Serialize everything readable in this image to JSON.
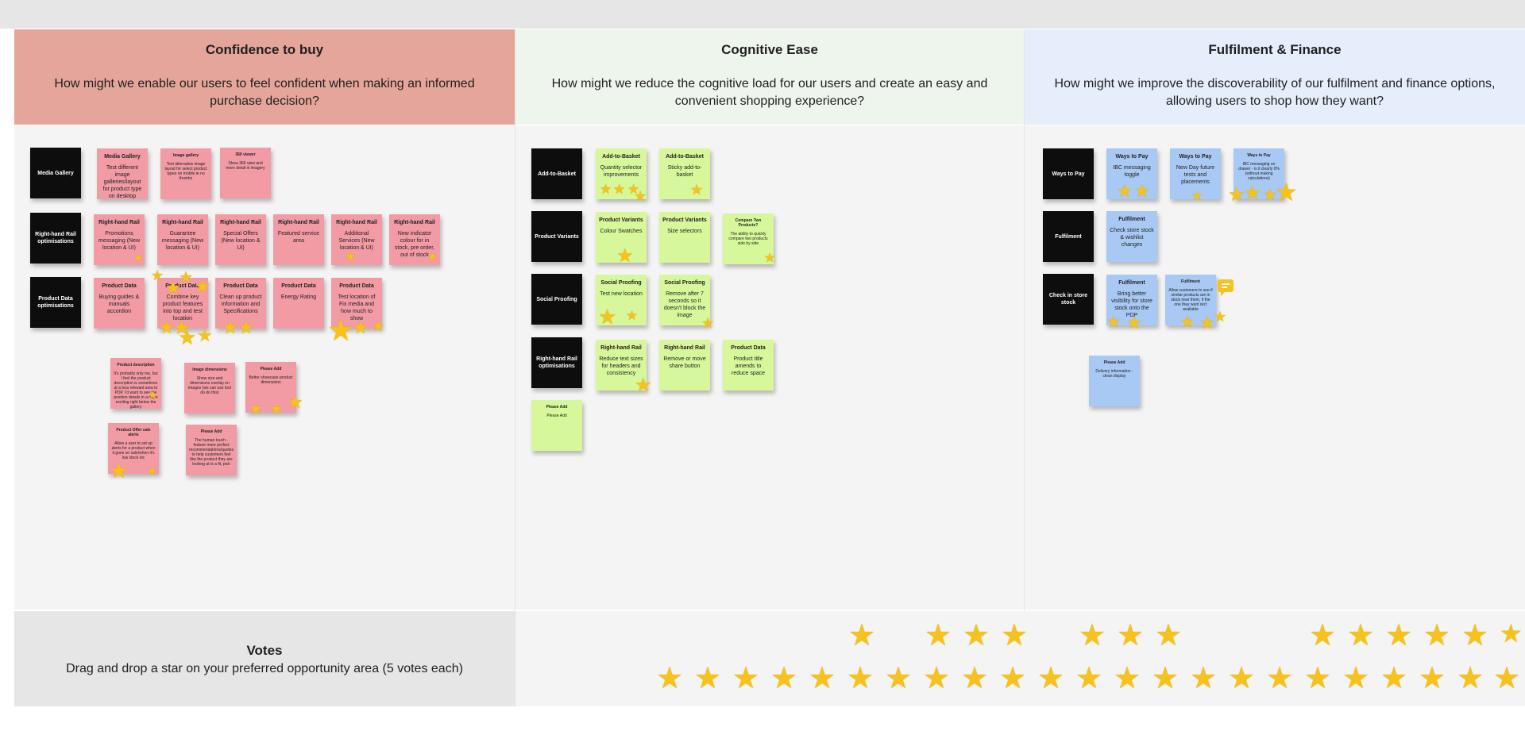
{
  "columns": [
    {
      "title": "Confidence to buy",
      "question": "How might we enable our users to feel confident when making an informed purchase decision?",
      "color": "#e5a59a"
    },
    {
      "title": "Cognitive Ease",
      "question": "How might we reduce the cognitive load for our users and create an easy and convenient shopping experience?",
      "color": "#eef5ec"
    },
    {
      "title": "Fulfilment & Finance",
      "question": "How might we improve the discoverability of our fulfilment and finance options, allowing users to shop how they want?",
      "color": "#e6eefb"
    }
  ],
  "colors": {
    "pink_note": "#f29ba5",
    "green_note": "#d6f79a",
    "blue_note": "#a8c9f4",
    "dark_note": "#0d0d0d",
    "star": "#f6c21b"
  },
  "notes": {
    "media_gallery": {
      "title": "Media Gallery"
    },
    "mg1": {
      "title": "Media Gallery",
      "body": "Test different image galleries/layout for product type on desktop"
    },
    "mg2": {
      "title": "Image gallery",
      "body": "Test alternative image layout for select product types on mobile ie no thumbs"
    },
    "mg3": {
      "title": "360 viewer",
      "body": "Show 360 view and more detail in imagery"
    },
    "rhr": {
      "title": "Right-hand Rail optimisations"
    },
    "rhr1": {
      "title": "Right-hand Rail",
      "body": "Promotions messaging (New location & UI)"
    },
    "rhr2": {
      "title": "Right-hand Rail",
      "body": "Guarantee messaging (New location & UI)"
    },
    "rhr3": {
      "title": "Right-hand Rail",
      "body": "Special Offers (New location & UI)"
    },
    "rhr4": {
      "title": "Right-hand Rail",
      "body": "Featured service area"
    },
    "rhr5": {
      "title": "Right-hand Rail",
      "body": "Additional Services (New location & UI)"
    },
    "rhr6": {
      "title": "Right-hand Rail",
      "body": "New indicator colour for in stock, pre order, out of stock"
    },
    "pdo": {
      "title": "Product Data optimisations"
    },
    "pd1": {
      "title": "Product Data",
      "body": "Buying guides & manuals accordion"
    },
    "pd2": {
      "title": "Product Data",
      "body": "Combine key product features into top and test location"
    },
    "pd3": {
      "title": "Product Data",
      "body": "Clean up product information and Specifications"
    },
    "pd4": {
      "title": "Product Data",
      "body": "Energy Rating"
    },
    "pd5": {
      "title": "Product Data",
      "body": "Test location of Fix media and how much to show"
    },
    "p_desc": {
      "title": "Product description",
      "body": "It's probably only me, but I feel the product description is sometimes at a less relevant area to PDP. I'd want to see the position details in a more exciting right below the gallery"
    },
    "img_dim": {
      "title": "Image dimensions",
      "body": "Show size and dimensions overlay on images (we can use tool do do this)"
    },
    "pa1": {
      "title": "Please Add",
      "body": "Better showcase product dimensions"
    },
    "offer_alerts": {
      "title": "Product Offer sale alerts",
      "body": "Allow a user to set up alerts for a product when it goes on sale/when it's low stock etc"
    },
    "pa2": {
      "title": "Please Add",
      "body": "The human touch - feature more perfect recommendations/quotes to help customers feel like the product they are looking at is a fit, pick"
    },
    "atb": {
      "title": "Add-to-Basket"
    },
    "atb1": {
      "title": "Add-to-Basket",
      "body": "Quantity selector improvements"
    },
    "atb2": {
      "title": "Add-to-Basket",
      "body": "Sticky add-to-basket"
    },
    "pv": {
      "title": "Product Variants"
    },
    "pv1": {
      "title": "Product Variants",
      "body": "Colour Swatches"
    },
    "pv2": {
      "title": "Product Variants",
      "body": "Size selectors"
    },
    "ctp": {
      "title": "Compare Two Products?",
      "body": "The ability to quickly compare two products side by side"
    },
    "sp": {
      "title": "Social Proofing"
    },
    "sp1": {
      "title": "Social Proofing",
      "body": "Test new location"
    },
    "sp2": {
      "title": "Social Proofing",
      "body": "Remove after 7 seconds so it doesn't block the image"
    },
    "rhr_ce": {
      "title": "Right-hand Rail optimisations"
    },
    "rc1": {
      "title": "Right-hand Rail",
      "body": "Reduce text sizes for headers and consistency"
    },
    "rc2": {
      "title": "Right-hand Rail",
      "body": "Remove or move share button"
    },
    "pd_ce": {
      "title": "Product Data",
      "body": "Product title amends to reduce space"
    },
    "pa_ce": {
      "title": "Please Add",
      "body": "Please Add"
    },
    "wtp": {
      "title": "Ways to Pay"
    },
    "wtp1": {
      "title": "Ways to Pay",
      "body": "IBC messaging toggle"
    },
    "wtp2": {
      "title": "Ways to Pay",
      "body": "New Day future tests and placements"
    },
    "wtp3": {
      "title": "Ways to Pay",
      "body": "IBC messaging on drawer - is it clearly 0% (without making calculations)"
    },
    "ful": {
      "title": "Fulfilment"
    },
    "ful1": {
      "title": "Fulfilment",
      "body": "Check store stock & wishlist changes"
    },
    "cis": {
      "title": "Check in store stock"
    },
    "ful2": {
      "title": "Fulfilment",
      "body": "Bring better visibility for store stock onto the PDP"
    },
    "ful3": {
      "title": "Fulfilment",
      "body": "Allow customers to see if similar products are in stock near them, if the one they want isn't available"
    },
    "pa_ff": {
      "title": "Please Add",
      "body": "Delivery information - clean display"
    }
  },
  "votes": {
    "title": "Votes",
    "subtitle": "Drag and drop a star on your preferred opportunity area (5 votes each)"
  }
}
